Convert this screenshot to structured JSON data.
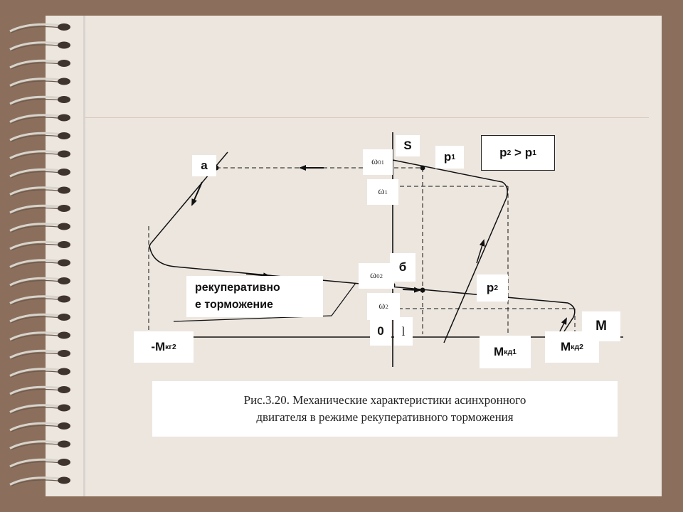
{
  "diagram": {
    "axis_labels": {
      "s_axis": "S",
      "m_axis": "M",
      "origin": "0",
      "l_mark": "l"
    },
    "points": {
      "a": "а",
      "b": "б"
    },
    "curves": {
      "p1": {
        "base": "p",
        "sub": "1"
      },
      "p2": {
        "base": "p",
        "sub": "2"
      }
    },
    "condition": {
      "left": "p",
      "left_sub": "2",
      "op": " > ",
      "right": "p",
      "right_sub": "1"
    },
    "omega_labels": {
      "w01": {
        "base": "ω",
        "sub": "01"
      },
      "w1": {
        "base": "ω",
        "sub": "1"
      },
      "w02": {
        "base": "ω",
        "sub": "02"
      },
      "w2": {
        "base": "ω",
        "sub": "2"
      }
    },
    "torque_labels": {
      "mkg2": {
        "base": "-М",
        "sub": "кг2"
      },
      "mkd1": {
        "base": "М",
        "sub": "кд1"
      },
      "mkd2": {
        "base": "М",
        "sub": "кд2"
      }
    },
    "annotation": {
      "line1": "рекуперативно",
      "line2": "е торможение"
    }
  },
  "caption": {
    "line1": "Рис.3.20. Механические характеристики асинхронного",
    "line2": "двигателя в режиме рекуперативного торможения"
  },
  "colors": {
    "page_bg": "#8b6f5c",
    "paper": "#ece6df",
    "ink": "#111111"
  }
}
